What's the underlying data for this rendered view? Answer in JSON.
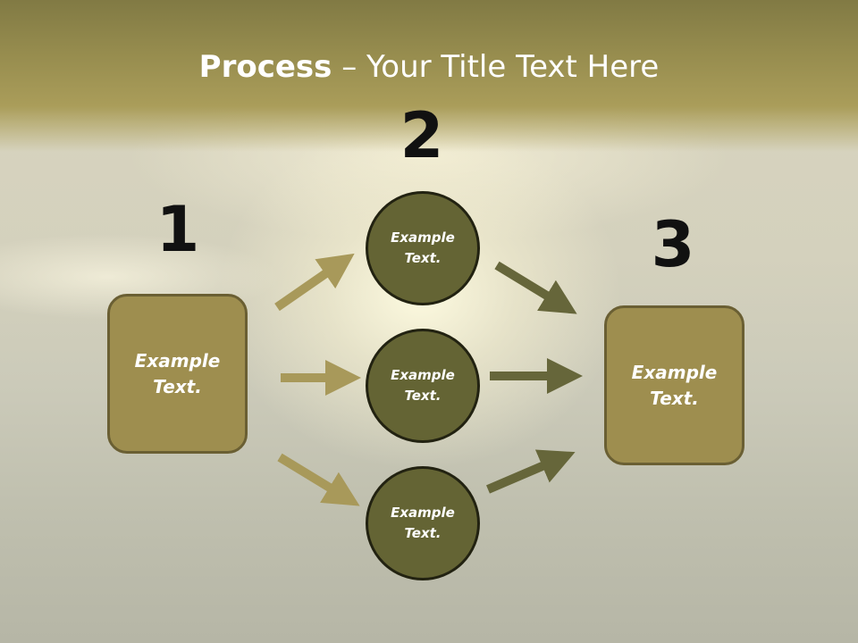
{
  "title": {
    "bold": "Process",
    "separator": " – ",
    "rest": "Your Title Text Here"
  },
  "steps": {
    "one": "1",
    "two": "2",
    "three": "3"
  },
  "left_box": {
    "line1": "Example",
    "line2": "Text."
  },
  "right_box": {
    "line1": "Example",
    "line2": "Text."
  },
  "circles": [
    {
      "line1": "Example",
      "line2": "Text."
    },
    {
      "line1": "Example",
      "line2": "Text."
    },
    {
      "line1": "Example",
      "line2": "Text."
    }
  ],
  "colors": {
    "box_fill": "#9e8e4f",
    "circle_fill": "#646434",
    "arrow_left": "#a8995a",
    "arrow_right": "#66663a",
    "title_band": "#968c4e"
  }
}
